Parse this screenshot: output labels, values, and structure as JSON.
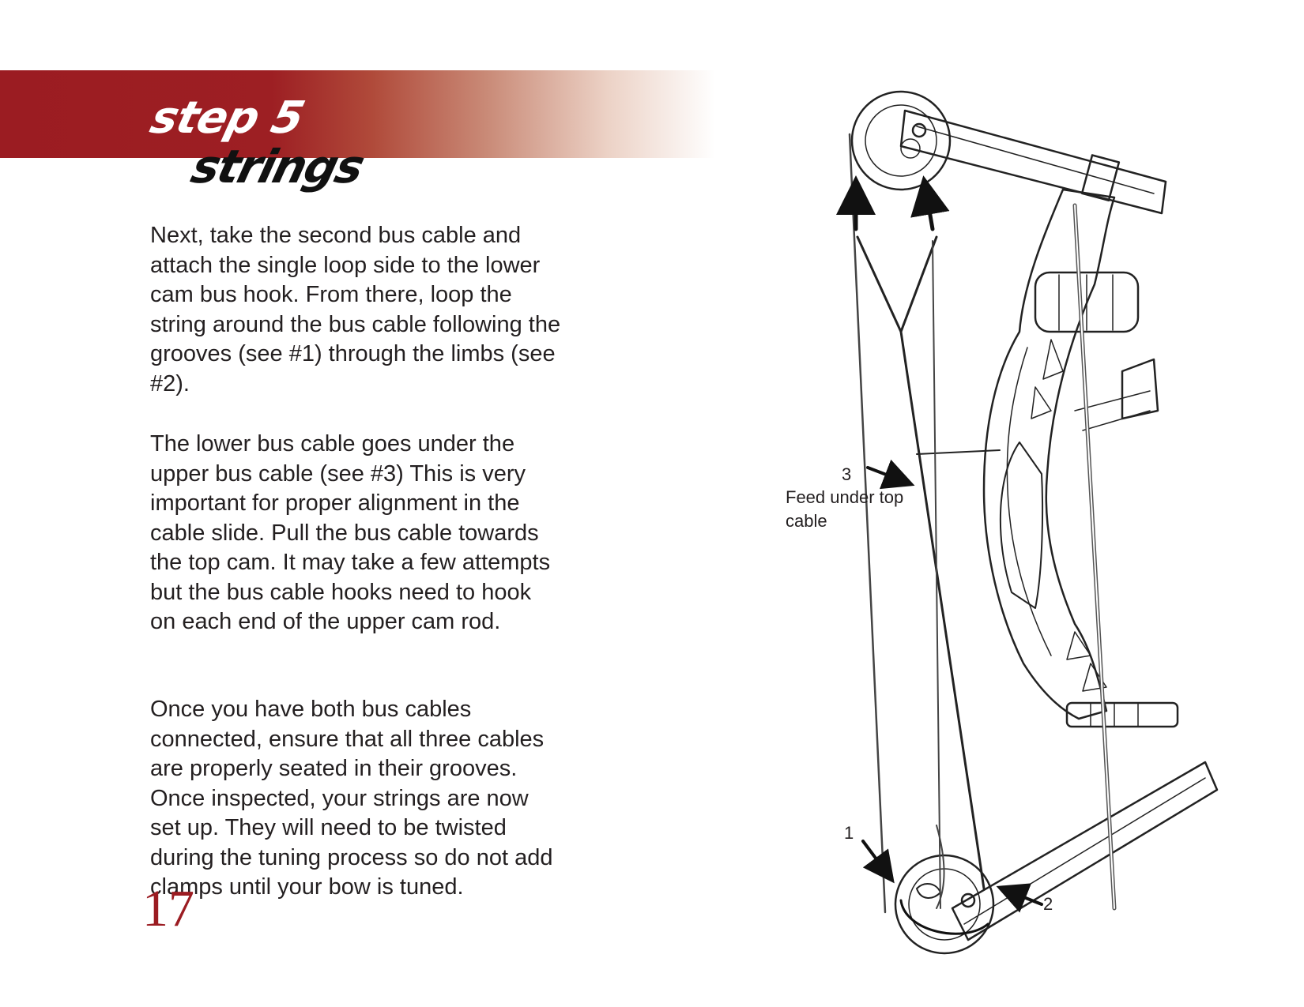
{
  "header": {
    "step_label": "step 5",
    "title": "strings"
  },
  "body": {
    "paragraph_1": "Next, take the second bus cable and attach the single loop side to the lower cam bus hook. From there, loop the string around the bus cable following the grooves (see #1) through the limbs (see #2).",
    "paragraph_2": "The lower bus cable goes under the upper bus cable (see #3) This is very important for proper alignment in the cable slide. Pull the bus cable towards the top cam. It may take a few attempts but the bus cable hooks need to hook on each end of the upper cam rod.",
    "paragraph_3": "Once you have both bus cables connected, ensure that all three cables are properly seated in their grooves. Once inspected, your strings are now set up. They will need to be twisted during the tuning process so do not add clamps until your bow is tuned."
  },
  "diagram": {
    "callout_3_number": "3",
    "callout_3_text": "Feed under top cable",
    "callout_1_number": "1",
    "callout_2_number": "2",
    "icon": "compound-bow-diagram-icon"
  },
  "footer": {
    "page_number": "17"
  },
  "colors": {
    "brand_red": "#9b1c22",
    "text": "#231f20"
  }
}
